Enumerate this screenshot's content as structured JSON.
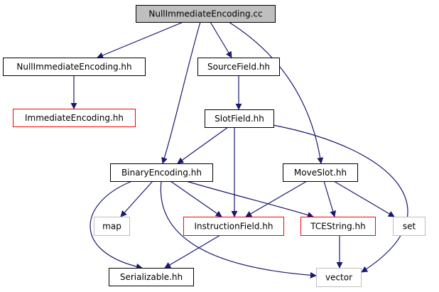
{
  "colors": {
    "edge": "#191970",
    "root_fill": "#bfbfbf",
    "node_fill": "#ffffff",
    "border_normal": "#000000",
    "border_incomplete": "#ff0000",
    "border_external": "#bfbfbf"
  },
  "nodes": [
    {
      "id": "root",
      "label": "NullImmediateEncoding.cc",
      "style": "root"
    },
    {
      "id": "nie_hh",
      "label": "NullImmediateEncoding.hh",
      "style": "normal"
    },
    {
      "id": "ie_hh",
      "label": "ImmediateEncoding.hh",
      "style": "incomplete"
    },
    {
      "id": "sf_hh",
      "label": "SourceField.hh",
      "style": "normal"
    },
    {
      "id": "slot_hh",
      "label": "SlotField.hh",
      "style": "normal"
    },
    {
      "id": "be_hh",
      "label": "BinaryEncoding.hh",
      "style": "normal"
    },
    {
      "id": "ms_hh",
      "label": "MoveSlot.hh",
      "style": "normal"
    },
    {
      "id": "map",
      "label": "map",
      "style": "external"
    },
    {
      "id": "if_hh",
      "label": "InstructionField.hh",
      "style": "incomplete"
    },
    {
      "id": "tce_hh",
      "label": "TCEString.hh",
      "style": "incomplete"
    },
    {
      "id": "set",
      "label": "set",
      "style": "external"
    },
    {
      "id": "ser_hh",
      "label": "Serializable.hh",
      "style": "normal"
    },
    {
      "id": "vector",
      "label": "vector",
      "style": "external"
    }
  ],
  "edges": [
    {
      "from": "root",
      "to": "nie_hh"
    },
    {
      "from": "root",
      "to": "sf_hh"
    },
    {
      "from": "root",
      "to": "be_hh"
    },
    {
      "from": "root",
      "to": "ms_hh"
    },
    {
      "from": "nie_hh",
      "to": "ie_hh"
    },
    {
      "from": "sf_hh",
      "to": "slot_hh"
    },
    {
      "from": "slot_hh",
      "to": "be_hh"
    },
    {
      "from": "slot_hh",
      "to": "if_hh"
    },
    {
      "from": "slot_hh",
      "to": "vector"
    },
    {
      "from": "be_hh",
      "to": "map"
    },
    {
      "from": "be_hh",
      "to": "if_hh"
    },
    {
      "from": "be_hh",
      "to": "tce_hh"
    },
    {
      "from": "be_hh",
      "to": "ser_hh"
    },
    {
      "from": "be_hh",
      "to": "vector"
    },
    {
      "from": "ms_hh",
      "to": "if_hh"
    },
    {
      "from": "ms_hh",
      "to": "tce_hh"
    },
    {
      "from": "ms_hh",
      "to": "set"
    },
    {
      "from": "if_hh",
      "to": "ser_hh"
    },
    {
      "from": "tce_hh",
      "to": "vector"
    }
  ]
}
